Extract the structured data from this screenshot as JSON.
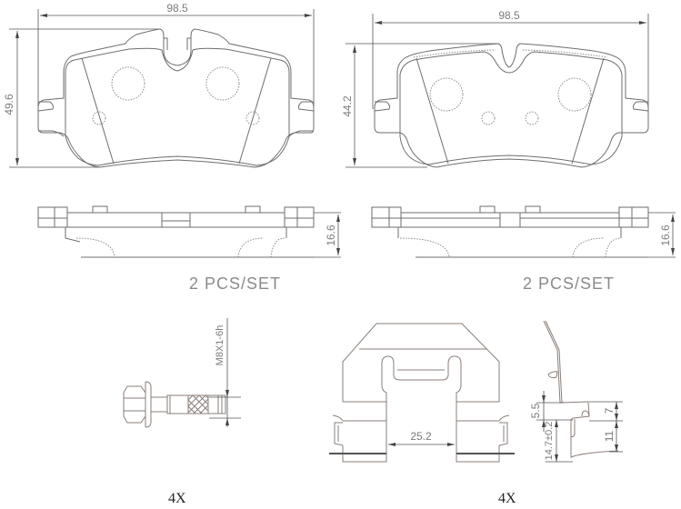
{
  "drawing": {
    "title": "Brake pad set technical drawing",
    "pad_left": {
      "width_dim": "98.5",
      "height_dim": "49.6",
      "thickness_dim": "16.6",
      "qty_label": "2  PCS/SET"
    },
    "pad_right": {
      "width_dim": "98.5",
      "height_dim": "44.2",
      "thickness_dim": "16.6",
      "qty_label": "2  PCS/SET"
    },
    "bolt": {
      "thread_dim": "M8X1-6h",
      "qty_label": "4X"
    },
    "clip": {
      "width_dim": "25.2",
      "dims": [
        "5.5",
        "7",
        "14.7±0.2",
        "11"
      ],
      "qty_label": "4X"
    }
  },
  "colors": {
    "line": "#6e6e6e",
    "text": "#7a7a7a",
    "background": "#ffffff"
  }
}
